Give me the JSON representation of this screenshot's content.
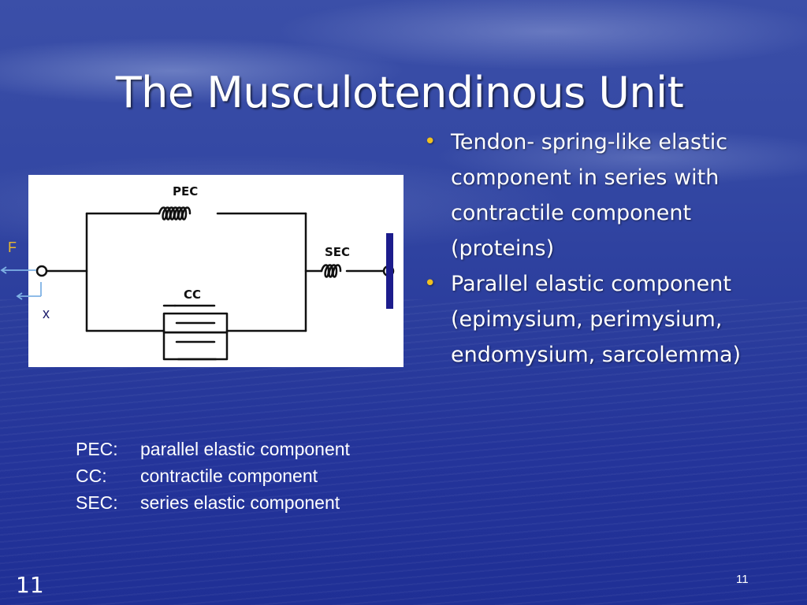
{
  "slide": {
    "title": "The Musculotendinous Unit",
    "number_left": "11",
    "number_right": "11"
  },
  "diagram": {
    "labels": {
      "pec": "PEC",
      "sec": "SEC",
      "cc": "CC",
      "force": "F",
      "displacement": "x"
    },
    "colors": {
      "force_label": "#e8b830",
      "arrow": "#7fb2e5",
      "wall_bar": "#1c1c8c",
      "schematic": "#111111"
    }
  },
  "bullets": [
    {
      "text": "Tendon- spring-like elastic component in series with contractile component (proteins)"
    },
    {
      "text": "Parallel elastic component (epimysium, perimysium, endomysium, sarcolemma)"
    }
  ],
  "legend": [
    {
      "abbr": "PEC:",
      "desc": "parallel elastic component"
    },
    {
      "abbr": "CC:",
      "desc": "contractile component"
    },
    {
      "abbr": "SEC:",
      "desc": "series elastic component"
    }
  ]
}
